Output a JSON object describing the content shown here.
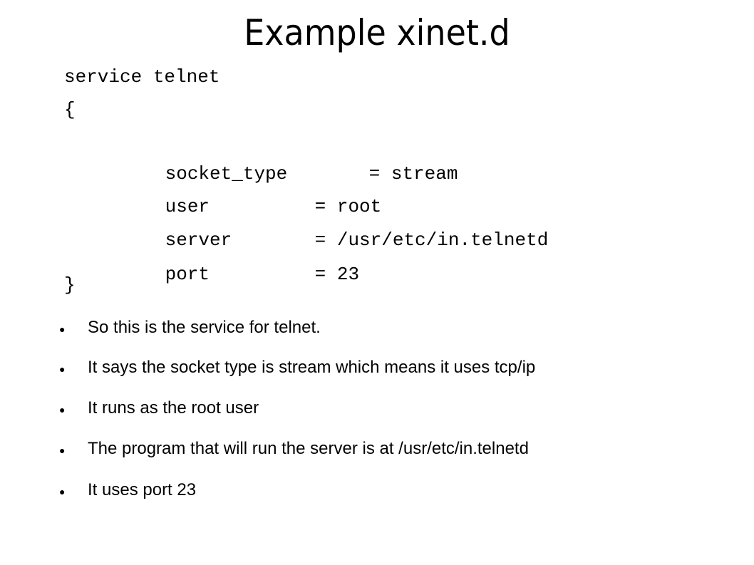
{
  "slide": {
    "title": "Example xinet.d",
    "code": {
      "open_line": "service telnet",
      "open_brace": "{",
      "entries": [
        {
          "key": "socket_type",
          "sep": "= ",
          "value": "stream"
        },
        {
          "key": "user",
          "sep": "= ",
          "value": "root"
        },
        {
          "key": "server",
          "sep": "= ",
          "value": "/usr/etc/in.telnetd"
        },
        {
          "key": "port",
          "sep": "= ",
          "value": "23"
        }
      ],
      "close_brace": "}"
    },
    "bullet_symbol": "●",
    "bullets": [
      "So this is the service for telnet.",
      "It says the socket type is stream which means it uses tcp/ip",
      "It runs as the root user",
      "The program that will run the server is at /usr/etc/in.telnetd",
      "It uses port 23"
    ]
  }
}
